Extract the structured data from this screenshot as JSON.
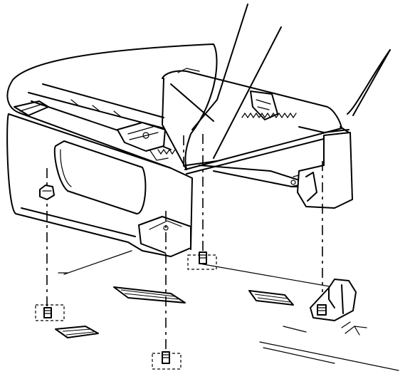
{
  "illustration": {
    "subject": "seat-riser-mounting",
    "mount_point_count": 4,
    "dashed_alignment_lines": 4
  }
}
